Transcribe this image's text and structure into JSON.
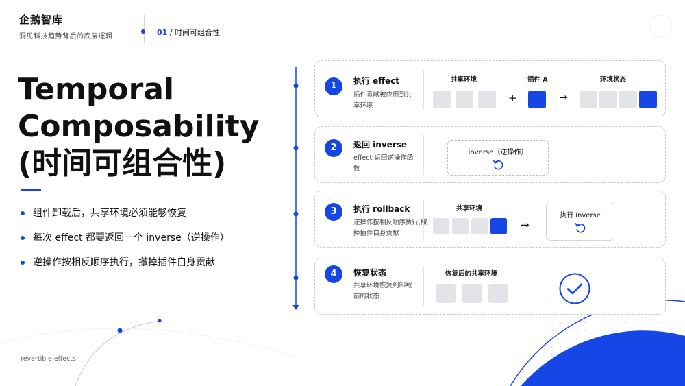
{
  "brand": {
    "name": "企鹅智库",
    "tagline": "洞见科技趋势背后的底层逻辑"
  },
  "section": {
    "number": "01",
    "separator": "/",
    "title": "时间可组合性"
  },
  "title": {
    "line1": "Temporal",
    "line2": "Composability",
    "line3": "(时间可组合性)"
  },
  "bullets": [
    "组件卸载后，共享环境必须能够恢复",
    "每次 effect 都要返回一个 inverse（逆操作）",
    "逆操作按相反顺序执行，撤掉插件自身贡献"
  ],
  "footer": "revertible effects",
  "colors": {
    "accent": "#1646e6",
    "tile": "#e3e4e7",
    "text": "#111111"
  },
  "steps": [
    {
      "number": "1",
      "title": "执行 effect",
      "desc": "插件贡献被应用到共享环境",
      "labels": {
        "shared": "共享环境",
        "plugin": "插件 A",
        "env_state": "环境状态"
      },
      "plus": "+",
      "arrow": "→"
    },
    {
      "number": "2",
      "title": "返回 inverse",
      "desc": "effect 返回逆操作函数",
      "box_label": "inverse（逆操作）",
      "icon": "undo-icon"
    },
    {
      "number": "3",
      "title": "执行 rollback",
      "desc": "逆操作按相反顺序执行,撤掉插件自身贡献",
      "labels": {
        "shared": "共享环境"
      },
      "arrow": "→",
      "box_label": "执行 inverse",
      "icon": "undo-icon"
    },
    {
      "number": "4",
      "title": "恢复状态",
      "desc": "共享环境恢复到卸载前的状态",
      "labels": {
        "restored": "恢复后的共享环境"
      },
      "icon": "check-circle-icon"
    }
  ]
}
